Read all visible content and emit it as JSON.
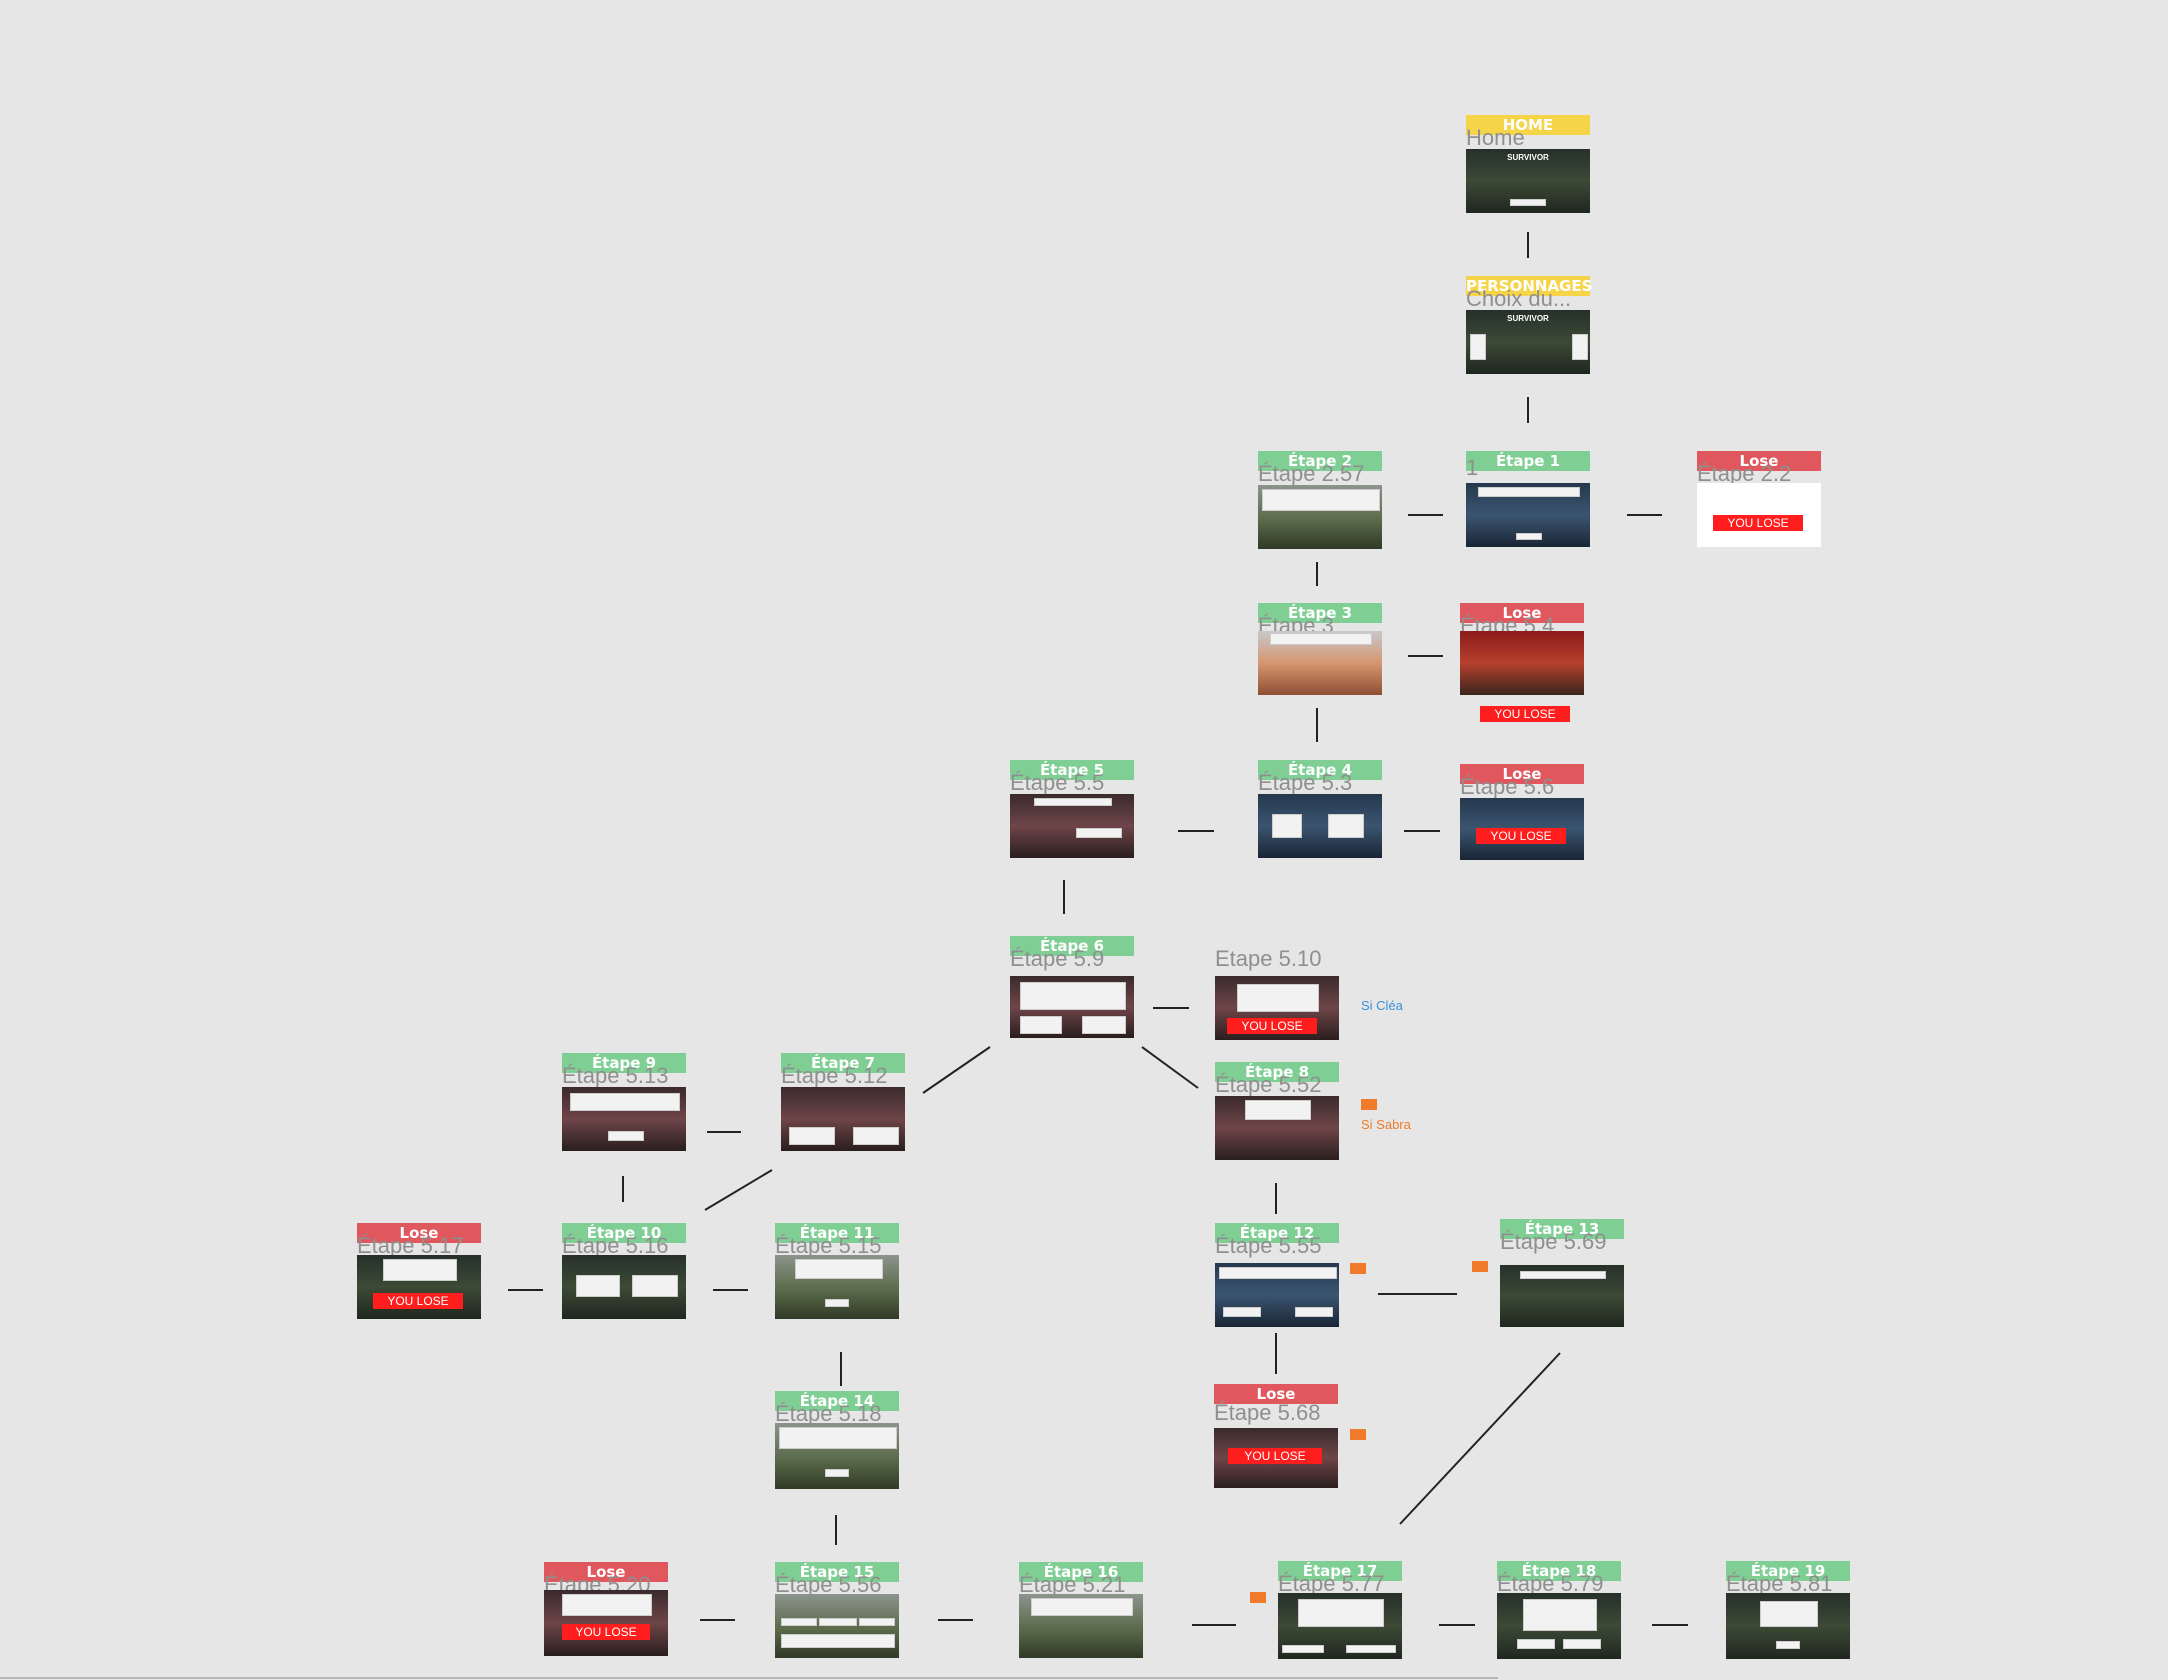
{
  "nodes": [
    {
      "id": "home",
      "tag": "HOME",
      "tag_color": "yellow",
      "name": "Home",
      "style": "forest",
      "logo": "SURVIVOR"
    },
    {
      "id": "perso",
      "tag": "PERSONNAGES",
      "tag_color": "yellow",
      "name": "Choix du...",
      "style": "forest",
      "logo": "SURVIVOR"
    },
    {
      "id": "e1",
      "tag": "Étape 1",
      "tag_color": "green",
      "name": "1",
      "style": "blue"
    },
    {
      "id": "lose22",
      "tag": "Lose",
      "tag_color": "red",
      "name": "Étape 2.2",
      "style": "white",
      "lose": "YOU LOSE"
    },
    {
      "id": "e2",
      "tag": "Étape 2",
      "tag_color": "green",
      "name": "Étape 2.57",
      "style": "field"
    },
    {
      "id": "e3",
      "tag": "Étape 3",
      "tag_color": "green",
      "name": "Étape 3",
      "style": "sunset"
    },
    {
      "id": "lose4",
      "tag": "Lose",
      "tag_color": "red",
      "name": "Étape 5.4",
      "style": "redsky",
      "lose": "YOU LOSE"
    },
    {
      "id": "e4",
      "tag": "Étape 4",
      "tag_color": "green",
      "name": "Étape 5.3",
      "style": "blue"
    },
    {
      "id": "lose56",
      "tag": "Lose",
      "tag_color": "red",
      "name": "Étape 5.6",
      "style": "blue",
      "lose": "YOU LOSE"
    },
    {
      "id": "e5",
      "tag": "Étape 5",
      "tag_color": "green",
      "name": "Étape 5.5",
      "style": "pink"
    },
    {
      "id": "e6",
      "tag": "Étape 6",
      "tag_color": "green",
      "name": "Étape 5.9",
      "style": "pink"
    },
    {
      "id": "e510",
      "tag": "",
      "tag_color": "",
      "name": "Etape 5.10",
      "style": "pink",
      "lose": "YOU LOSE"
    },
    {
      "id": "e8",
      "tag": "Étape 8",
      "tag_color": "green",
      "name": "Étape 5.52",
      "style": "pink"
    },
    {
      "id": "e9",
      "tag": "Étape 9",
      "tag_color": "green",
      "name": "Étape 5.13",
      "style": "pink"
    },
    {
      "id": "e7",
      "tag": "Étape 7",
      "tag_color": "green",
      "name": "Étape 5.12",
      "style": "pink"
    },
    {
      "id": "lose517",
      "tag": "Lose",
      "tag_color": "red",
      "name": "Étape 5.17",
      "style": "forest",
      "lose": "YOU LOSE"
    },
    {
      "id": "e10",
      "tag": "Étape 10",
      "tag_color": "green",
      "name": "Étape 5.16",
      "style": "forest"
    },
    {
      "id": "e11",
      "tag": "Étape 11",
      "tag_color": "green",
      "name": "Étape 5.15",
      "style": "field"
    },
    {
      "id": "e12",
      "tag": "Étape 12",
      "tag_color": "green",
      "name": "Étape 5.55",
      "style": "blue"
    },
    {
      "id": "e13",
      "tag": "Étape 13",
      "tag_color": "green",
      "name": "Étape 5.69",
      "style": "forest"
    },
    {
      "id": "e14",
      "tag": "Étape 14",
      "tag_color": "green",
      "name": "Étape 5.18",
      "style": "field"
    },
    {
      "id": "lose568",
      "tag": "Lose",
      "tag_color": "red",
      "name": "Étape 5.68",
      "style": "pink",
      "lose": "YOU LOSE"
    },
    {
      "id": "lose520",
      "tag": "Lose",
      "tag_color": "red",
      "name": "Étape 5.20",
      "style": "pink",
      "lose": "YOU LOSE"
    },
    {
      "id": "e15",
      "tag": "Étape 15",
      "tag_color": "green",
      "name": "Étape 5.56",
      "style": "field"
    },
    {
      "id": "e16",
      "tag": "Étape 16",
      "tag_color": "green",
      "name": "Étape 5.21",
      "style": "field"
    },
    {
      "id": "e17",
      "tag": "Étape 17",
      "tag_color": "green",
      "name": "Étape 5.77",
      "style": "forest"
    },
    {
      "id": "e18",
      "tag": "Étape 18",
      "tag_color": "green",
      "name": "Étape 5.79",
      "style": "forest"
    },
    {
      "id": "e19",
      "tag": "Étape 19",
      "tag_color": "green",
      "name": "Étape 5.81",
      "style": "forest"
    }
  ],
  "conditions": {
    "clea": {
      "text": "Si Cléa",
      "color": "#3b8fd9"
    },
    "sabra": {
      "text": "Si Sabra",
      "color": "#f07b2b"
    }
  },
  "colors": {
    "green": "#7fcf95",
    "red": "#e0575e",
    "yellow": "#f6d447",
    "background": "#e6e6e6"
  }
}
